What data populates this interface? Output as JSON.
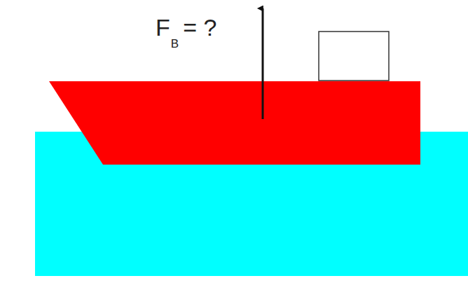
{
  "diagram": {
    "labels": [
      "F",
      "B",
      "= ?"
    ]
  }
}
